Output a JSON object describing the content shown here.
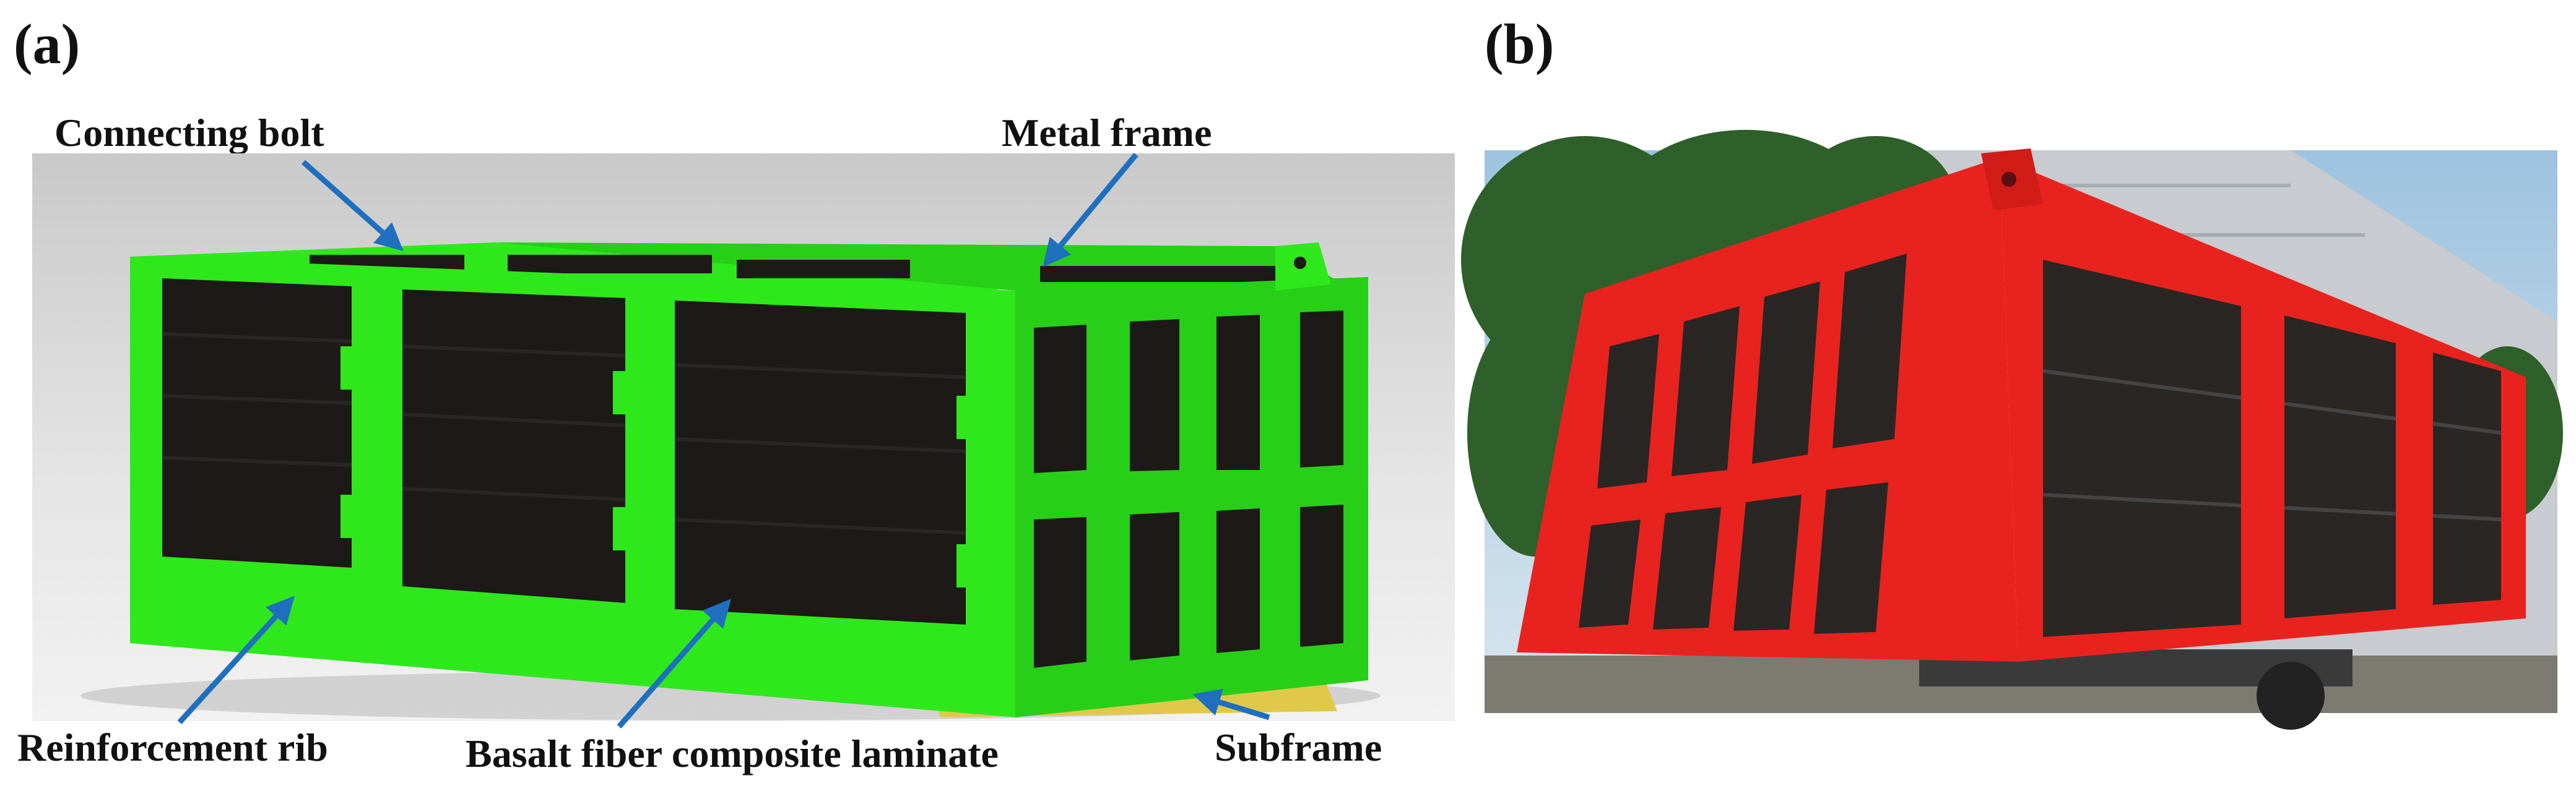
{
  "panels": {
    "a": {
      "label": "(a)"
    },
    "b": {
      "label": "(b)"
    }
  },
  "callouts": {
    "connecting_bolt": "Connecting bolt",
    "metal_frame": "Metal frame",
    "reinforcement_rib": "Reinforcement rib",
    "basalt_laminate": "Basalt fiber composite laminate",
    "subframe": "Subframe"
  },
  "colors": {
    "frame_green": "#2ee81c",
    "panel_black": "#1c1917",
    "frame_red": "#e8231f",
    "arrow_blue": "#1f6fbf",
    "backdrop_grey": "#d9d9d9"
  }
}
